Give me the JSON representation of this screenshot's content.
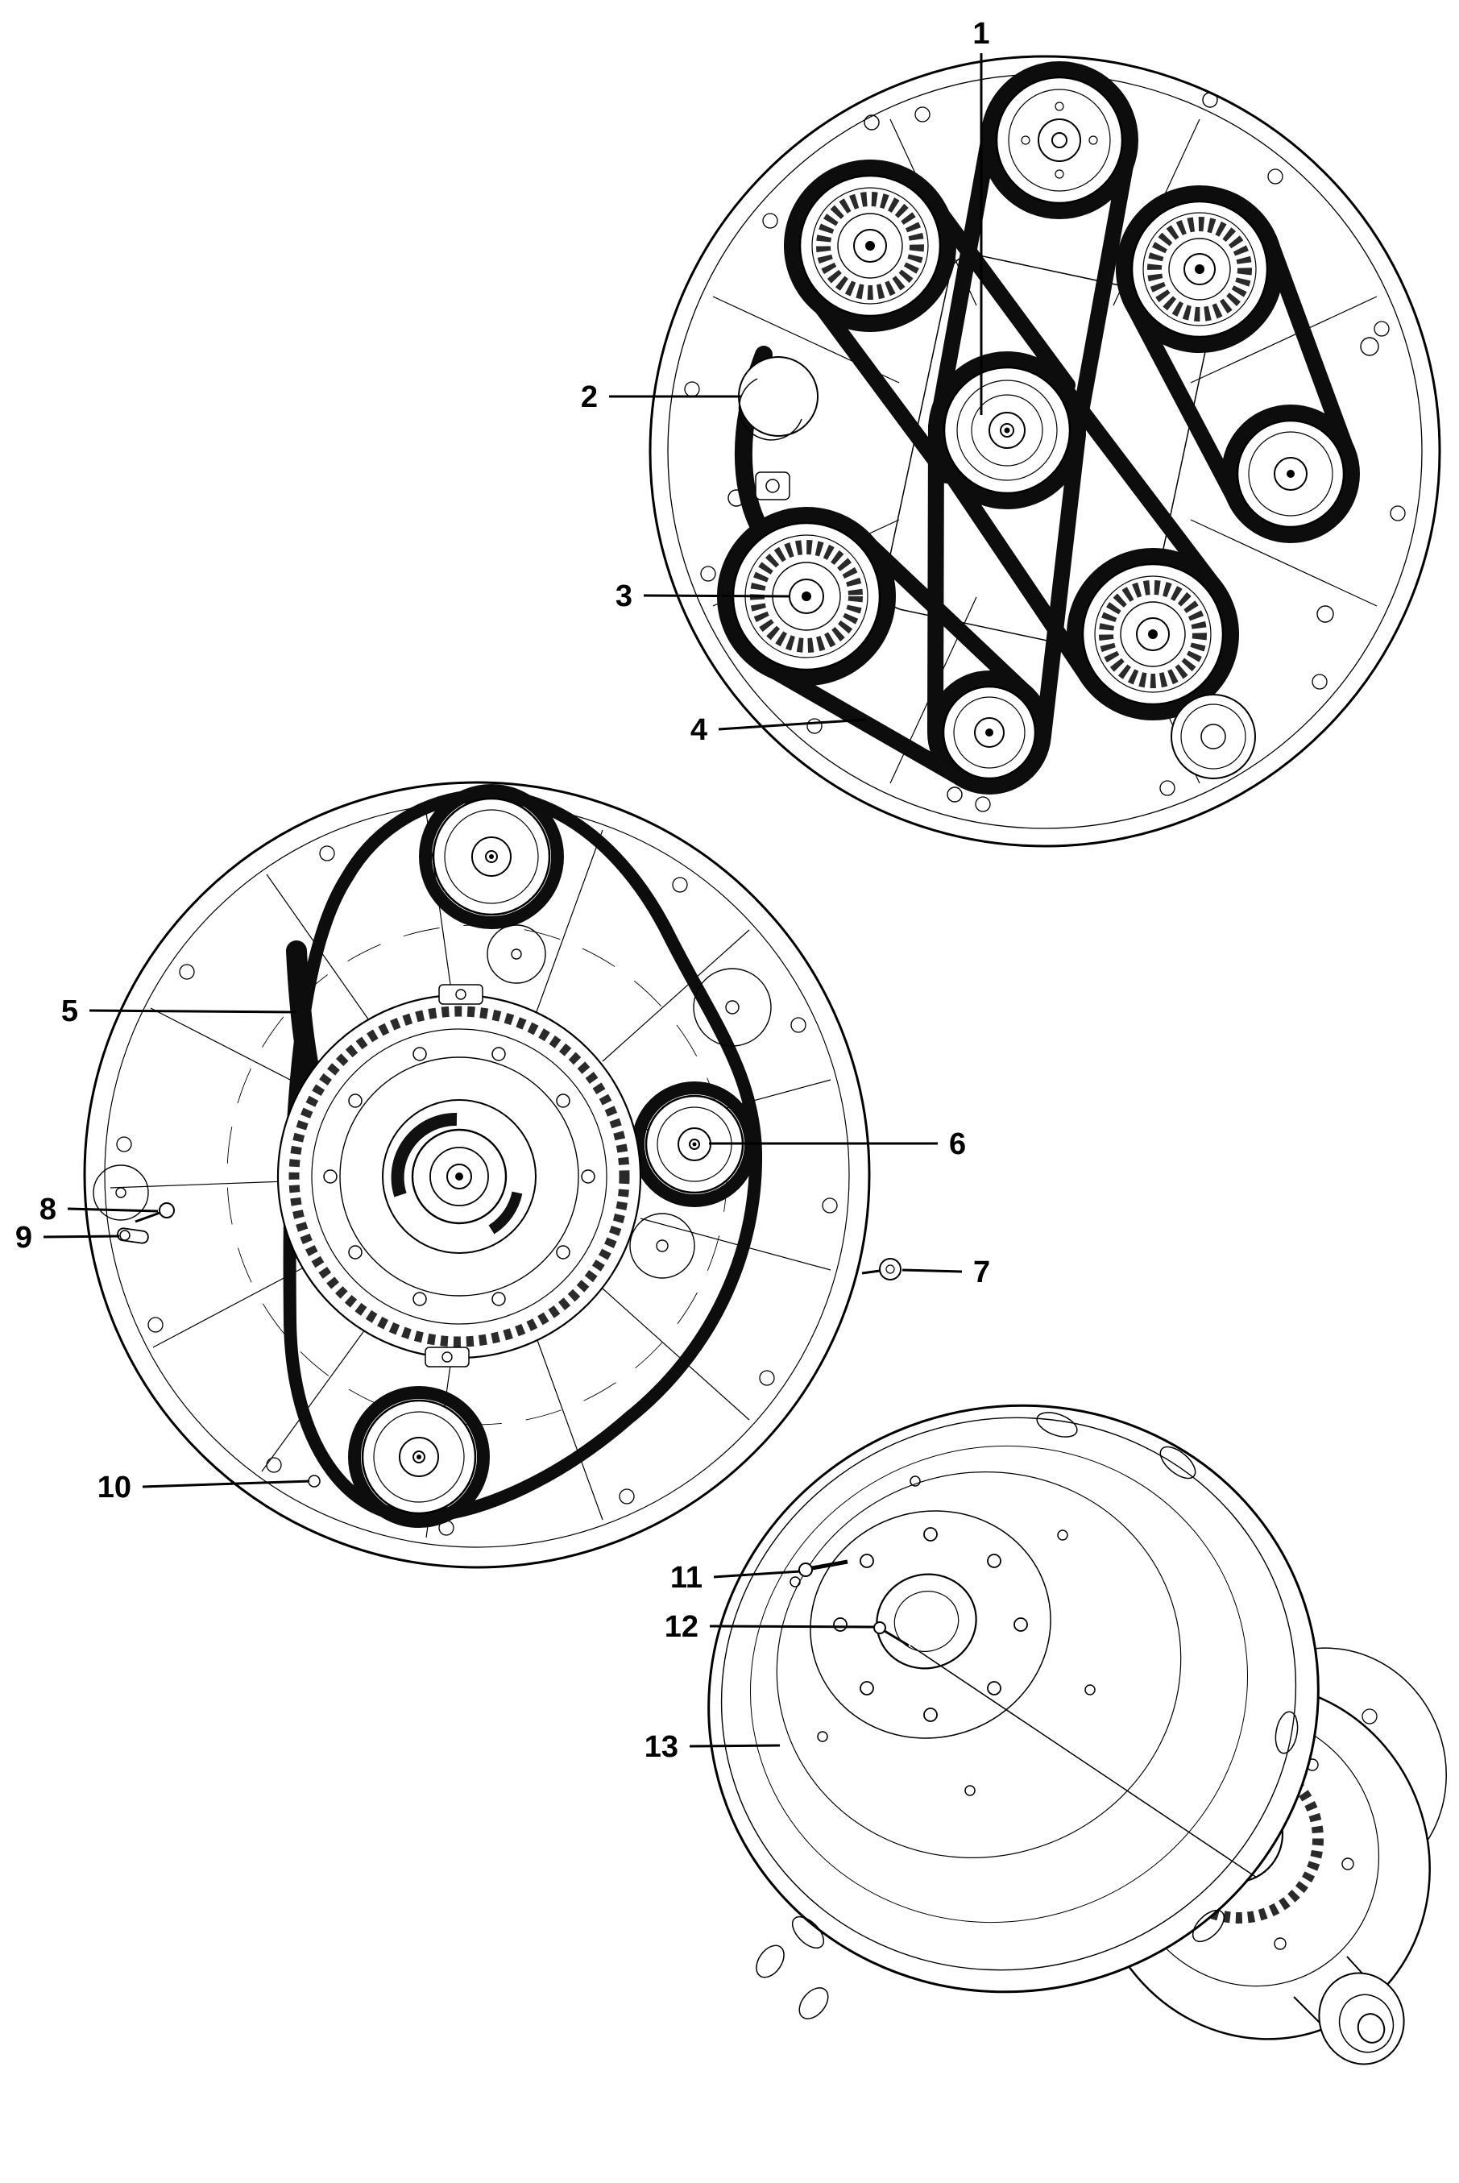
{
  "diagram": {
    "background": "#ffffff",
    "line_color": "#000000",
    "belt_color": "#0d0d0d",
    "groove_color": "#2a2a2a"
  },
  "callouts": [
    {
      "label": "1"
    },
    {
      "label": "2"
    },
    {
      "label": "3"
    },
    {
      "label": "4"
    },
    {
      "label": "5"
    },
    {
      "label": "6"
    },
    {
      "label": "7"
    },
    {
      "label": "8"
    },
    {
      "label": "9"
    },
    {
      "label": "10"
    },
    {
      "label": "11"
    },
    {
      "label": "12"
    },
    {
      "label": "13"
    }
  ]
}
